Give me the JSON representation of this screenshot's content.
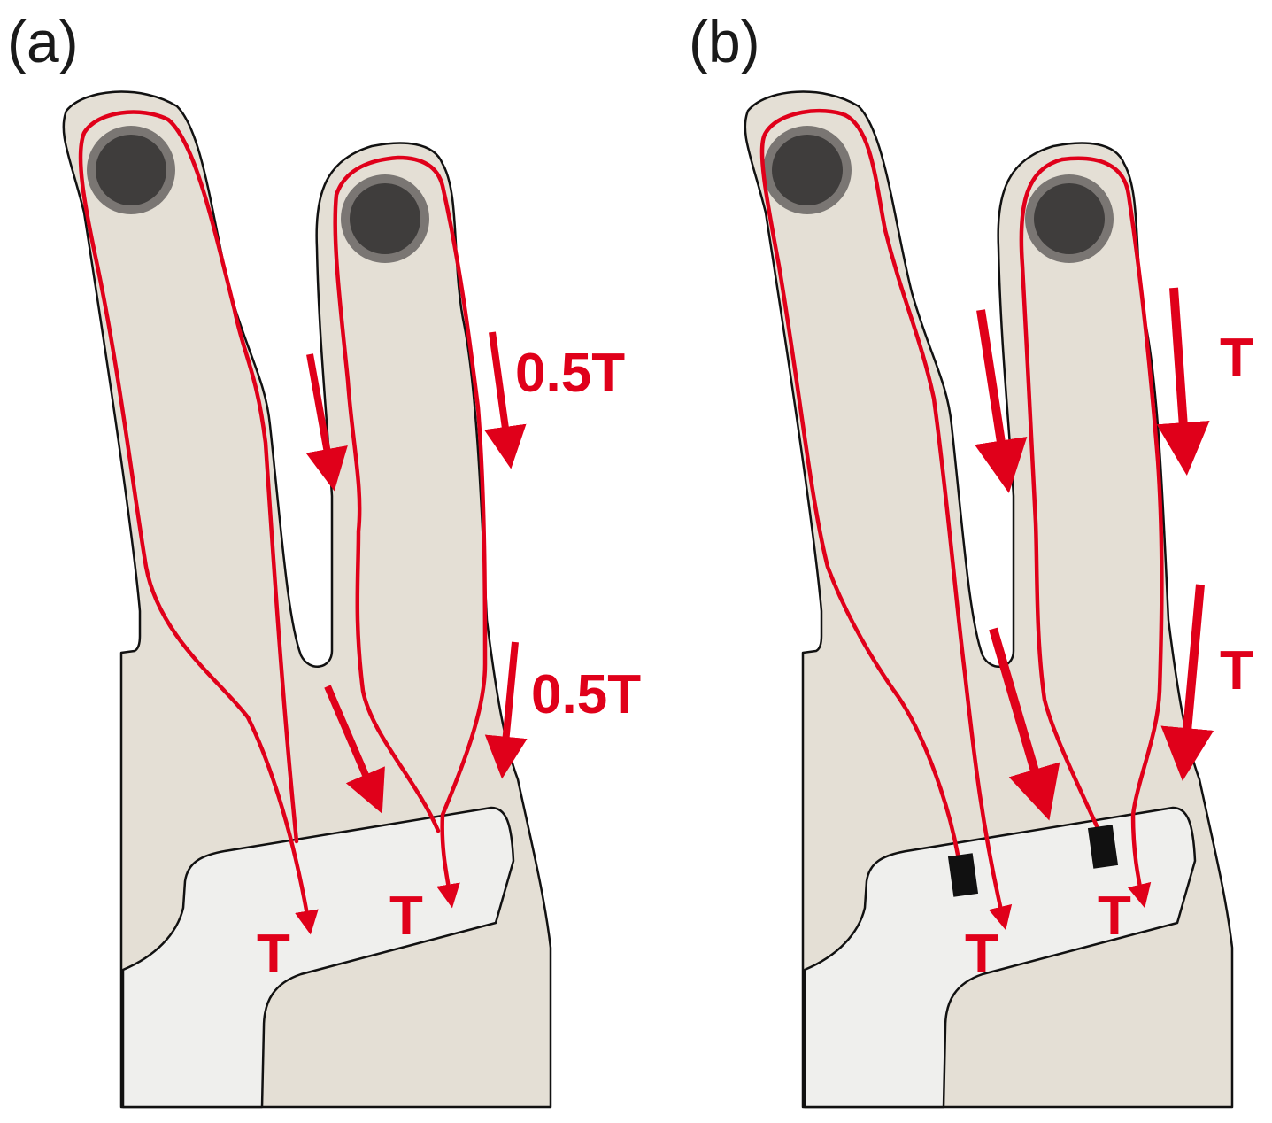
{
  "panels": [
    {
      "label": "(a)",
      "tension_labels": [
        "0.5T",
        "0.5T",
        "T",
        "T"
      ]
    },
    {
      "label": "(b)",
      "tension_labels": [
        "T",
        "T",
        "T",
        "T"
      ]
    }
  ],
  "colors": {
    "cable": "#e0001a",
    "body_fill": "#e4dfd5",
    "base_fill": "#efefed",
    "outline": "#111111",
    "pulley_outer": "#7a7673",
    "pulley_inner": "#3f3d3c",
    "anchor": "#111111"
  }
}
